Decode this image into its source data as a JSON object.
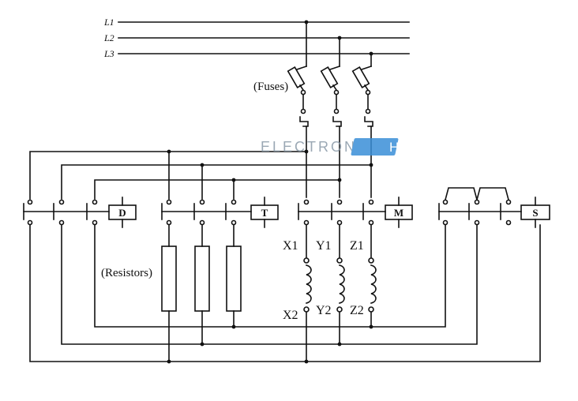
{
  "diagram": {
    "lines": [
      "L1",
      "L2",
      "L3"
    ],
    "fuses_label": "(Fuses)",
    "resistors_label": "(Resistors)",
    "contactors": {
      "d": "D",
      "t": "T",
      "m": "M",
      "s": "S"
    },
    "winding_top": [
      "X1",
      "Y1",
      "Z1"
    ],
    "winding_bottom": [
      "X2",
      "Y2",
      "Z2"
    ]
  },
  "watermark": {
    "text_left": "ELECTRONICS",
    "text_right": "HUB",
    "color_left": "#8a9aa8",
    "color_right": "#3a8fd8"
  }
}
